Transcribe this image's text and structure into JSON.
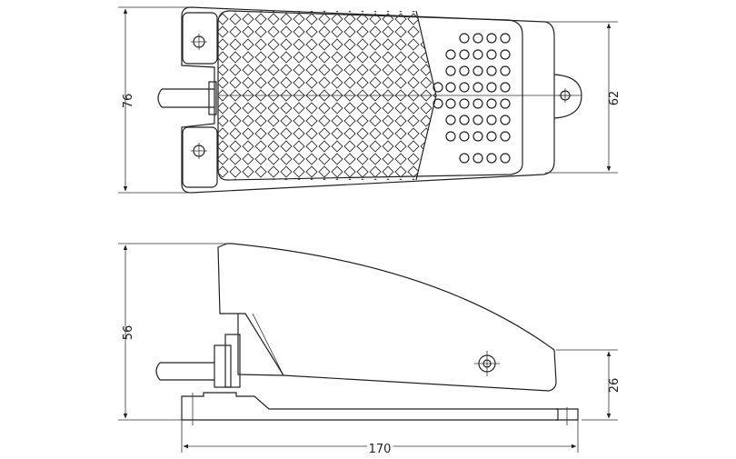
{
  "drawing": {
    "top_view": {
      "overall_width_label": "76",
      "pedal_width_label": "62"
    },
    "side_view": {
      "height_label": "56",
      "front_height_label": "26",
      "length_label": "170"
    },
    "colors": {
      "line": "#222222",
      "background": "#ffffff"
    }
  }
}
